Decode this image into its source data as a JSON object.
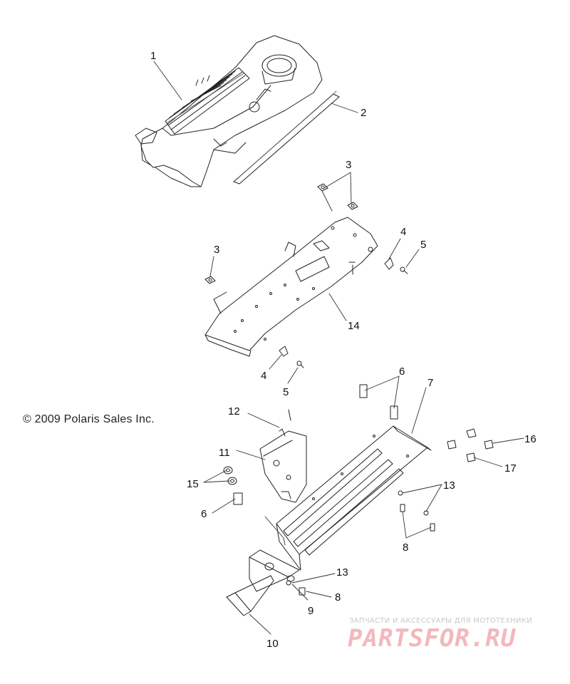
{
  "copyright": "© 2009 Polaris Sales Inc.",
  "watermark": {
    "tagline": "ЗАПЧАСТИ И АКСЕССУАРЫ ДЛЯ МОТОТЕХНИКИ",
    "brand": "PARTSFOR.RU"
  },
  "callouts": {
    "c1": "1",
    "c2": "2",
    "c3a": "3",
    "c3b": "3",
    "c4a": "4",
    "c4b": "4",
    "c5a": "5",
    "c5b": "5",
    "c6a": "6",
    "c6b": "6",
    "c7": "7",
    "c8a": "8",
    "c8b": "8",
    "c9": "9",
    "c10": "10",
    "c11": "11",
    "c12": "12",
    "c13a": "13",
    "c13b": "13",
    "c14": "14",
    "c15": "15",
    "c16": "16",
    "c17": "17"
  }
}
